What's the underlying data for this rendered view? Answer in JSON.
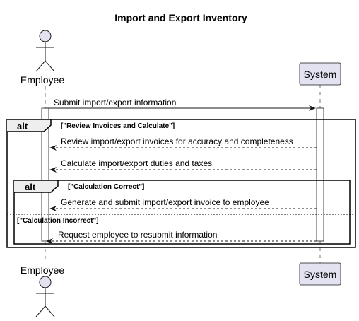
{
  "diagram": {
    "title": "Import and Export Inventory",
    "actor": {
      "name": "Employee"
    },
    "participant": {
      "name": "System"
    },
    "colors": {
      "actor_fill": "#E2E2F0",
      "participant_fill": "#E2E2F0",
      "stroke": "#181818",
      "lifeline": "#181818",
      "activation_fill": "#FFFFFF",
      "separator": "#000000"
    },
    "messages": {
      "submit": "Submit import/export information",
      "review": "Review import/export invoices for accuracy and completeness",
      "calculate": "Calculate import/export duties and taxes",
      "generate": "Generate and submit import/export invoice to employee",
      "request": "Request employee to resubmit information"
    },
    "frames": {
      "outer": {
        "keyword": "alt",
        "guard": "[\"Review Invoices and Calculate\"]"
      },
      "inner": {
        "keyword": "alt",
        "guard": "[\"Calculation Correct\"]",
        "else_guard": "[\"Calculation Incorrect\"]"
      }
    }
  }
}
